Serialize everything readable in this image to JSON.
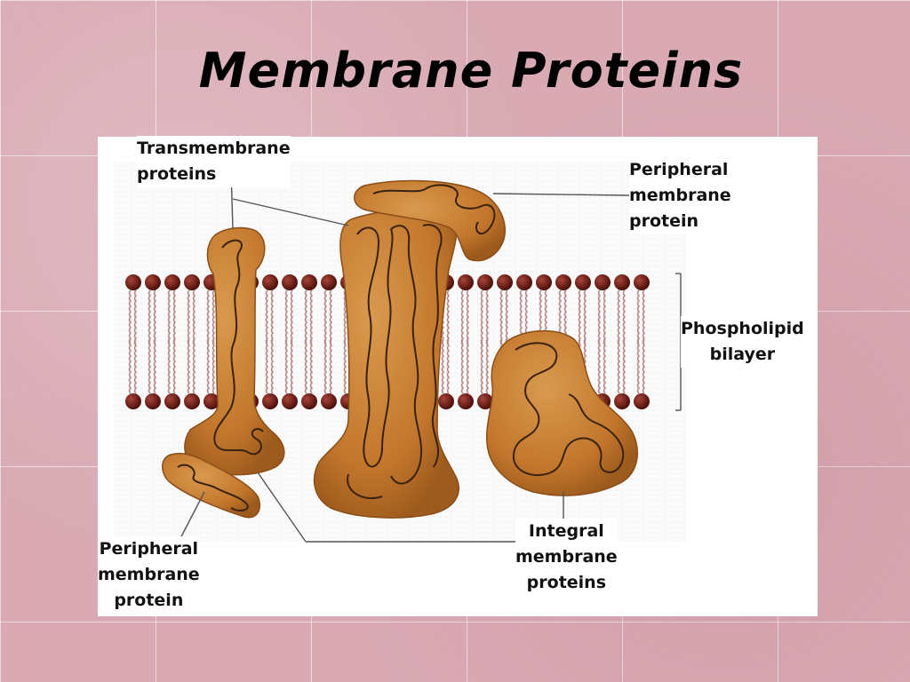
{
  "slide": {
    "title": "Membrane Proteins"
  },
  "labels": {
    "transmembrane": [
      "Transmembrane",
      "proteins"
    ],
    "peripheral_top": [
      "Peripheral",
      "membrane",
      "protein"
    ],
    "phospholipid": [
      "Phospholipid",
      "bilayer"
    ],
    "peripheral_bottom": [
      "Peripheral",
      "membrane",
      "protein"
    ],
    "integral": [
      "Integral",
      "membrane",
      "proteins"
    ]
  },
  "colors": {
    "protein_fill": "#c2762c",
    "protein_outline": "#7a4413",
    "lipid_head": "#6a1c12",
    "lipid_tail": "#b98a8a",
    "leader_line": "#555555"
  }
}
